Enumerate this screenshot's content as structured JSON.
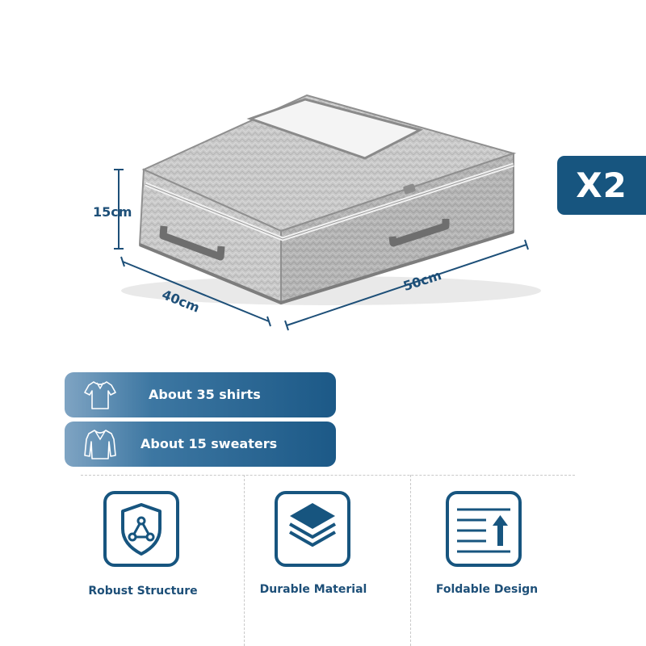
{
  "badge": {
    "text": "X2"
  },
  "dimensions": {
    "height": "15cm",
    "depth": "40cm",
    "width": "50cm"
  },
  "capacity": [
    {
      "icon": "shirt-icon",
      "text": "About 35 shirts"
    },
    {
      "icon": "sweater-icon",
      "text": "About 15 sweaters"
    }
  ],
  "features": [
    {
      "icon": "shield-structure-icon",
      "label": "Robust Structure"
    },
    {
      "icon": "layers-icon",
      "label": "Durable Material"
    },
    {
      "icon": "fold-list-icon",
      "label": "Foldable Design"
    }
  ],
  "colors": {
    "accent": "#17557f",
    "text": "#1d4f78",
    "pill_light": "#7fa4c3"
  }
}
